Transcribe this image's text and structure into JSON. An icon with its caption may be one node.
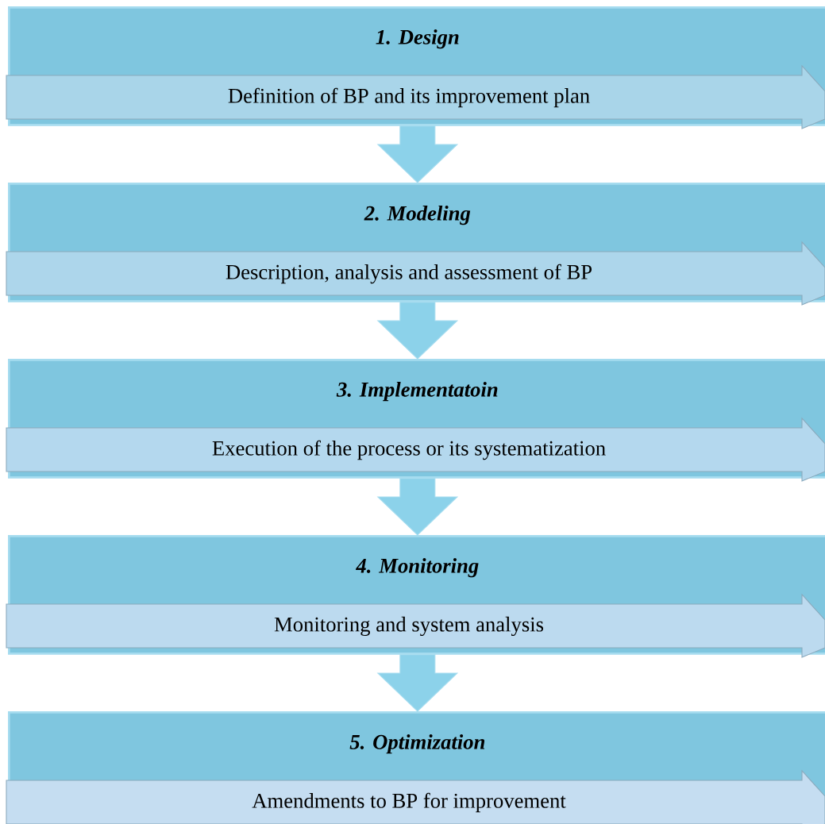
{
  "diagram": {
    "nodes": [
      {
        "text": [
          "1. Design"
        ]
      },
      {
        "text": [
          "Definition of BP and its improvement plan"
        ],
        "in": 0
      },
      {
        "text": [
          "2. Modeling"
        ]
      },
      {
        "text": [
          "Description, analysis and assessment of BP"
        ],
        "in": 2
      },
      {
        "text": [
          "3. Implementatoin"
        ]
      },
      {
        "text": [
          "Execution of the process or its systematization"
        ],
        "in": 4
      },
      {
        "text": [
          "4. Monitoring"
        ]
      },
      {
        "text": [
          "Monitoring and system analysis"
        ],
        "in": 6
      },
      {
        "text": [
          "5. Optimization"
        ]
      },
      {
        "text": [
          "Amendments to BP for improvement"
        ],
        "in": 8
      }
    ],
    "edges": [
      {
        "from": 0,
        "to": 2,
        "arrow": "to"
      },
      {
        "from": 2,
        "to": 4,
        "arrow": "to"
      },
      {
        "from": 4,
        "to": 6,
        "arrow": "to"
      },
      {
        "from": 6,
        "to": 8,
        "arrow": "to"
      }
    ]
  }
}
